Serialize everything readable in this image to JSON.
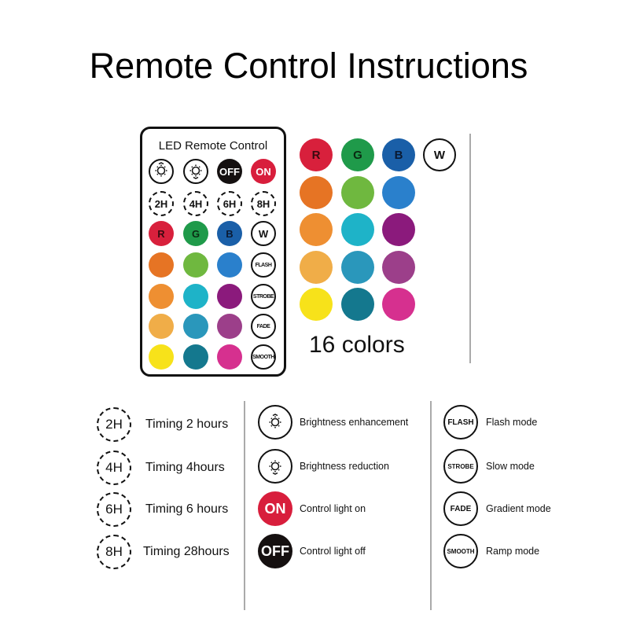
{
  "title": "Remote Control Instructions",
  "remote": {
    "title": "LED Remote Control",
    "rows": [
      [
        {
          "label": "",
          "icon": "brightness-up-icon",
          "style": "outline"
        },
        {
          "label": "",
          "icon": "brightness-down-icon",
          "style": "outline"
        },
        {
          "label": "OFF",
          "bg": "#151010",
          "fg": "#ffffff"
        },
        {
          "label": "ON",
          "bg": "#d81e3c",
          "fg": "#ffffff"
        }
      ],
      [
        {
          "label": "2H",
          "style": "dashed"
        },
        {
          "label": "4H",
          "style": "dashed"
        },
        {
          "label": "6H",
          "style": "dashed"
        },
        {
          "label": "8H",
          "style": "dashed"
        }
      ],
      [
        {
          "label": "R",
          "bg": "#d8203c",
          "fg": "#3a0a10"
        },
        {
          "label": "G",
          "bg": "#1f9a4a",
          "fg": "#0a2a12"
        },
        {
          "label": "B",
          "bg": "#1a5fa8",
          "fg": "#0a1a33"
        },
        {
          "label": "W",
          "style": "outline"
        }
      ],
      [
        {
          "label": "",
          "bg": "#e67424"
        },
        {
          "label": "",
          "bg": "#6fb83f"
        },
        {
          "label": "",
          "bg": "#2a80cc"
        },
        {
          "label": "FLASH",
          "style": "outline small"
        }
      ],
      [
        {
          "label": "",
          "bg": "#ee8f32"
        },
        {
          "label": "",
          "bg": "#1eb3c8"
        },
        {
          "label": "",
          "bg": "#8b1a7c"
        },
        {
          "label": "STROBE",
          "style": "outline small"
        }
      ],
      [
        {
          "label": "",
          "bg": "#f0ad48"
        },
        {
          "label": "",
          "bg": "#2a97bb"
        },
        {
          "label": "",
          "bg": "#9c3f8a"
        },
        {
          "label": "FADE",
          "style": "outline small"
        }
      ],
      [
        {
          "label": "",
          "bg": "#f7e21a"
        },
        {
          "label": "",
          "bg": "#14788e"
        },
        {
          "label": "",
          "bg": "#d6308f"
        },
        {
          "label": "SMOOTH",
          "style": "outline small"
        }
      ]
    ]
  },
  "colors": {
    "label": "16 colors",
    "rows": [
      [
        {
          "label": "R",
          "bg": "#d8203c",
          "fg": "#3a0a10"
        },
        {
          "label": "G",
          "bg": "#1f9a4a",
          "fg": "#0a2a12"
        },
        {
          "label": "B",
          "bg": "#1a5fa8",
          "fg": "#0a1a33"
        },
        {
          "label": "W",
          "bg": "#ffffff",
          "fg": "#111111"
        }
      ],
      [
        {
          "label": "",
          "bg": "#e67424"
        },
        {
          "label": "",
          "bg": "#6fb83f"
        },
        {
          "label": "",
          "bg": "#2a80cc"
        }
      ],
      [
        {
          "label": "",
          "bg": "#ee8f32"
        },
        {
          "label": "",
          "bg": "#1eb3c8"
        },
        {
          "label": "",
          "bg": "#8b1a7c"
        }
      ],
      [
        {
          "label": "",
          "bg": "#f0ad48"
        },
        {
          "label": "",
          "bg": "#2a97bb"
        },
        {
          "label": "",
          "bg": "#9c3f8a"
        }
      ],
      [
        {
          "label": "",
          "bg": "#f7e21a"
        },
        {
          "label": "",
          "bg": "#14788e"
        },
        {
          "label": "",
          "bg": "#d6308f"
        }
      ]
    ]
  },
  "legend": {
    "timing": [
      {
        "icon": "2H",
        "text": "Timing 2 hours"
      },
      {
        "icon": "4H",
        "text": "Timing 4hours"
      },
      {
        "icon": "6H",
        "text": "Timing 6 hours"
      },
      {
        "icon": "8H",
        "text": "Timing 28hours"
      }
    ],
    "control": [
      {
        "icon": "",
        "text": "Brightness enhancement"
      },
      {
        "icon": "",
        "text": "Brightness reduction"
      },
      {
        "icon": "ON",
        "text": "Control light on",
        "bg": "#d81e3c"
      },
      {
        "icon": "OFF",
        "text": "Control light off",
        "bg": "#151010"
      }
    ],
    "modes": [
      {
        "icon": "FLASH",
        "text": "Flash mode"
      },
      {
        "icon": "STROBE",
        "text": "Slow mode"
      },
      {
        "icon": "FADE",
        "text": "Gradient mode"
      },
      {
        "icon": "SMOOTH",
        "text": "Ramp mode"
      }
    ]
  }
}
